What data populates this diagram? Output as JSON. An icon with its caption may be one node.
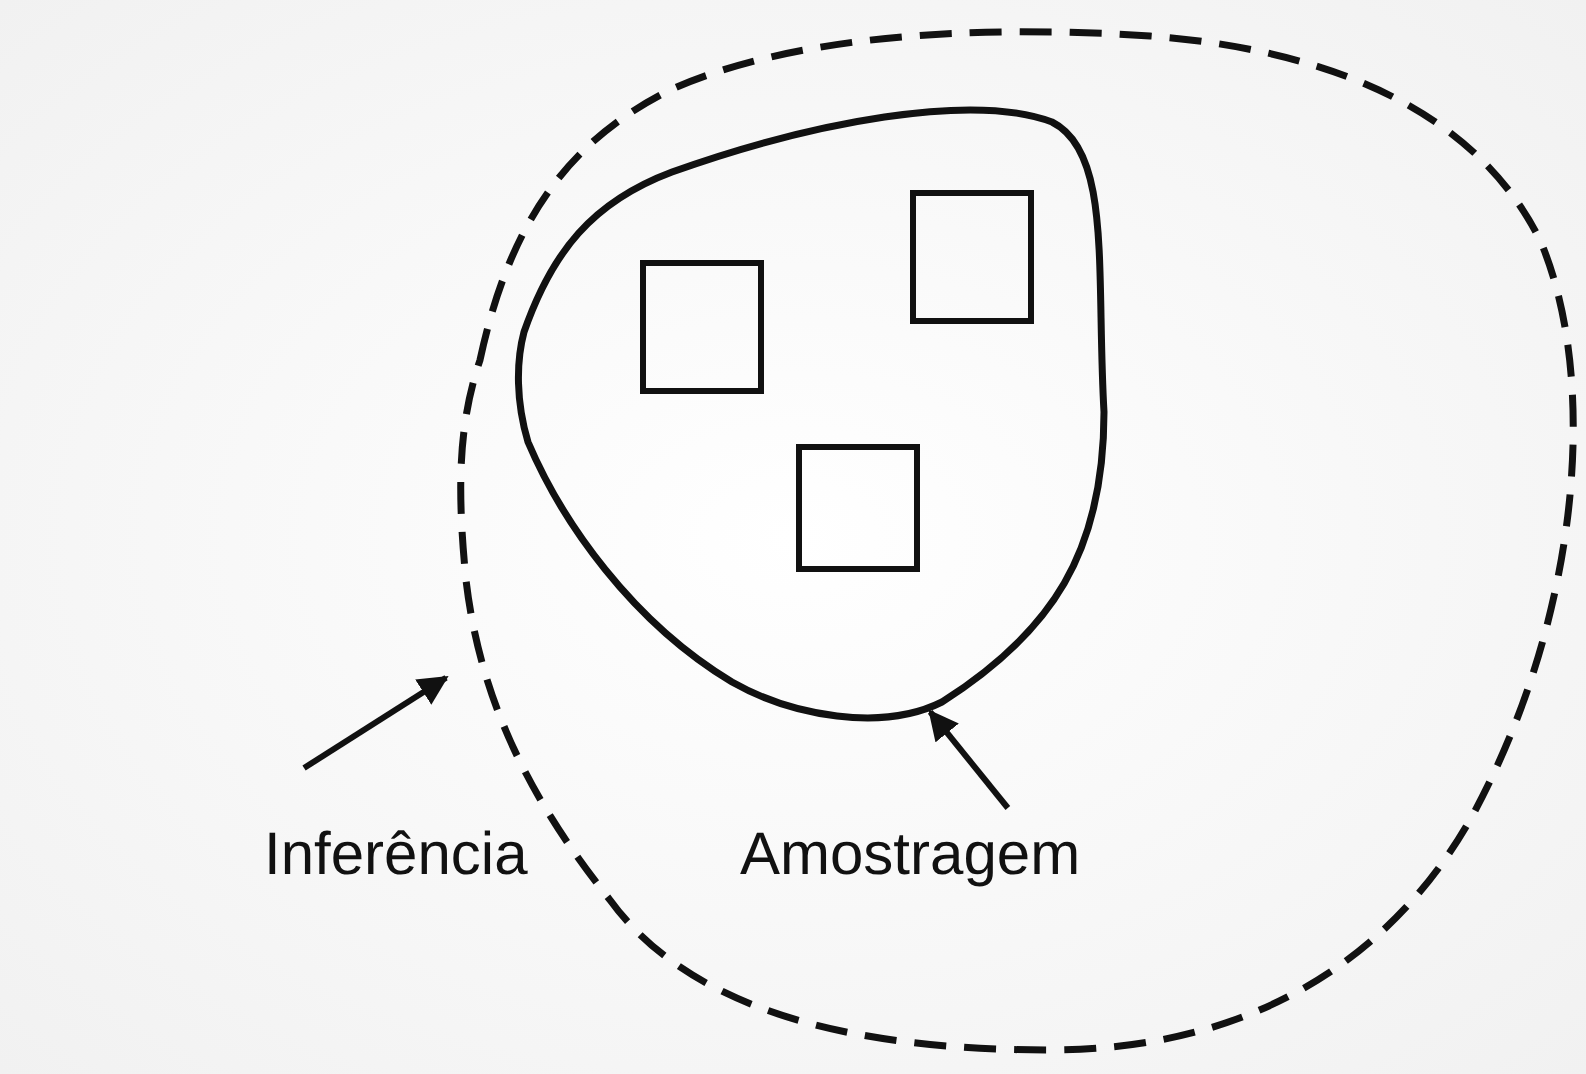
{
  "diagram": {
    "nodes": [
      {
        "text": [],
        "shape": "blob"
      },
      {
        "text": [],
        "shape": "blob",
        "in": 0
      },
      {
        "text": [],
        "shape": "box",
        "in": 1
      },
      {
        "text": [],
        "shape": "box",
        "in": 1
      },
      {
        "text": [],
        "shape": "box",
        "in": 1
      },
      {
        "text": [
          "Inferência"
        ]
      },
      {
        "text": [
          "Amostragem"
        ],
        "in": 0
      }
    ],
    "edges": [
      {
        "from": 5,
        "to": 0,
        "arrow": "to"
      },
      {
        "from": 6,
        "to": 1,
        "arrow": "to"
      }
    ]
  }
}
